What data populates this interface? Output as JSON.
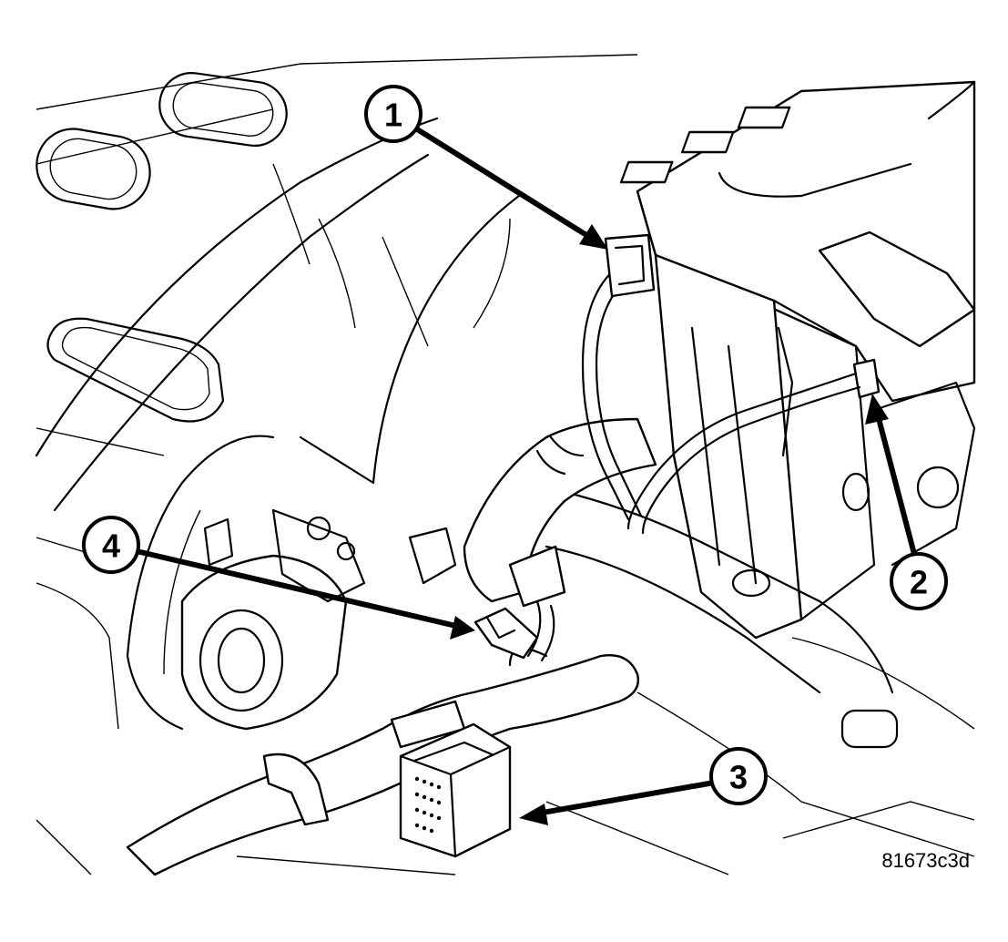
{
  "callouts": [
    {
      "number": "1",
      "label": "callout-1"
    },
    {
      "number": "2",
      "label": "callout-2"
    },
    {
      "number": "3",
      "label": "callout-3"
    },
    {
      "number": "4",
      "label": "callout-4"
    }
  ],
  "figure_code": "81673c3d"
}
